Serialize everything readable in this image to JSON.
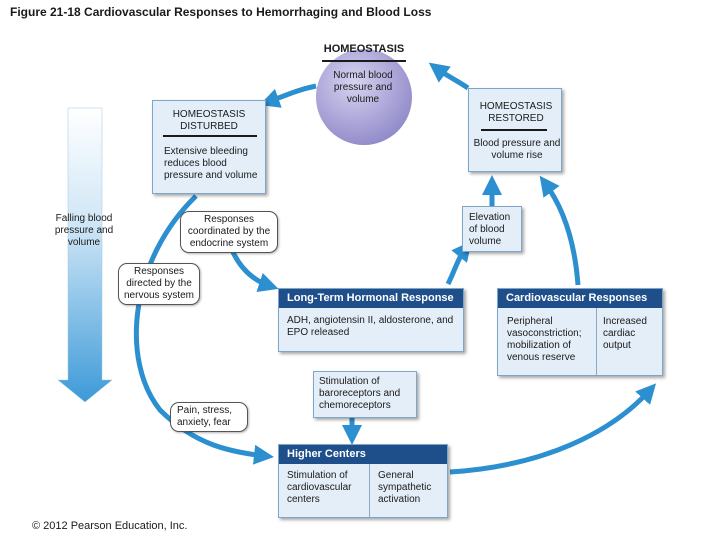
{
  "title": "Figure 21-18 Cardiovascular Responses to Hemorrhaging and Blood Loss",
  "homeostasis": {
    "label": "HOMEOSTASIS",
    "text": "Normal blood pressure and volume"
  },
  "disturbed": {
    "label": "HOMEOSTASIS DISTURBED",
    "text": "Extensive bleeding reduces blood pressure and volume"
  },
  "restored": {
    "label": "HOMEOSTASIS RESTORED",
    "text": "Blood pressure and volume rise"
  },
  "falling": "Falling blood pressure and volume",
  "endocrine": "Responses coordinated by the endocrine system",
  "nervous": "Responses directed by the nervous system",
  "elevation": "Elevation of blood volume",
  "hormonal": {
    "title": "Long-Term Hormonal Response",
    "text": "ADH, angiotensin II, aldosterone, and EPO released"
  },
  "cardio": {
    "title": "Cardiovascular Responses",
    "col1": "Peripheral vasoconstriction; mobilization of venous reserve",
    "col2": "Increased cardiac output"
  },
  "stimulation": "Stimulation of baroreceptors and chemoreceptors",
  "pain": "Pain, stress, anxiety, fear",
  "higher": {
    "title": "Higher Centers",
    "col1": "Stimulation of cardiovascular centers",
    "col2": "General sympathetic activation"
  },
  "copyright": "© 2012 Pearson Education, Inc.",
  "colors": {
    "arrow": "#2b8fd0",
    "header": "#1f4f8a",
    "box": "#e3eef8",
    "circle": "#8f88c8"
  }
}
